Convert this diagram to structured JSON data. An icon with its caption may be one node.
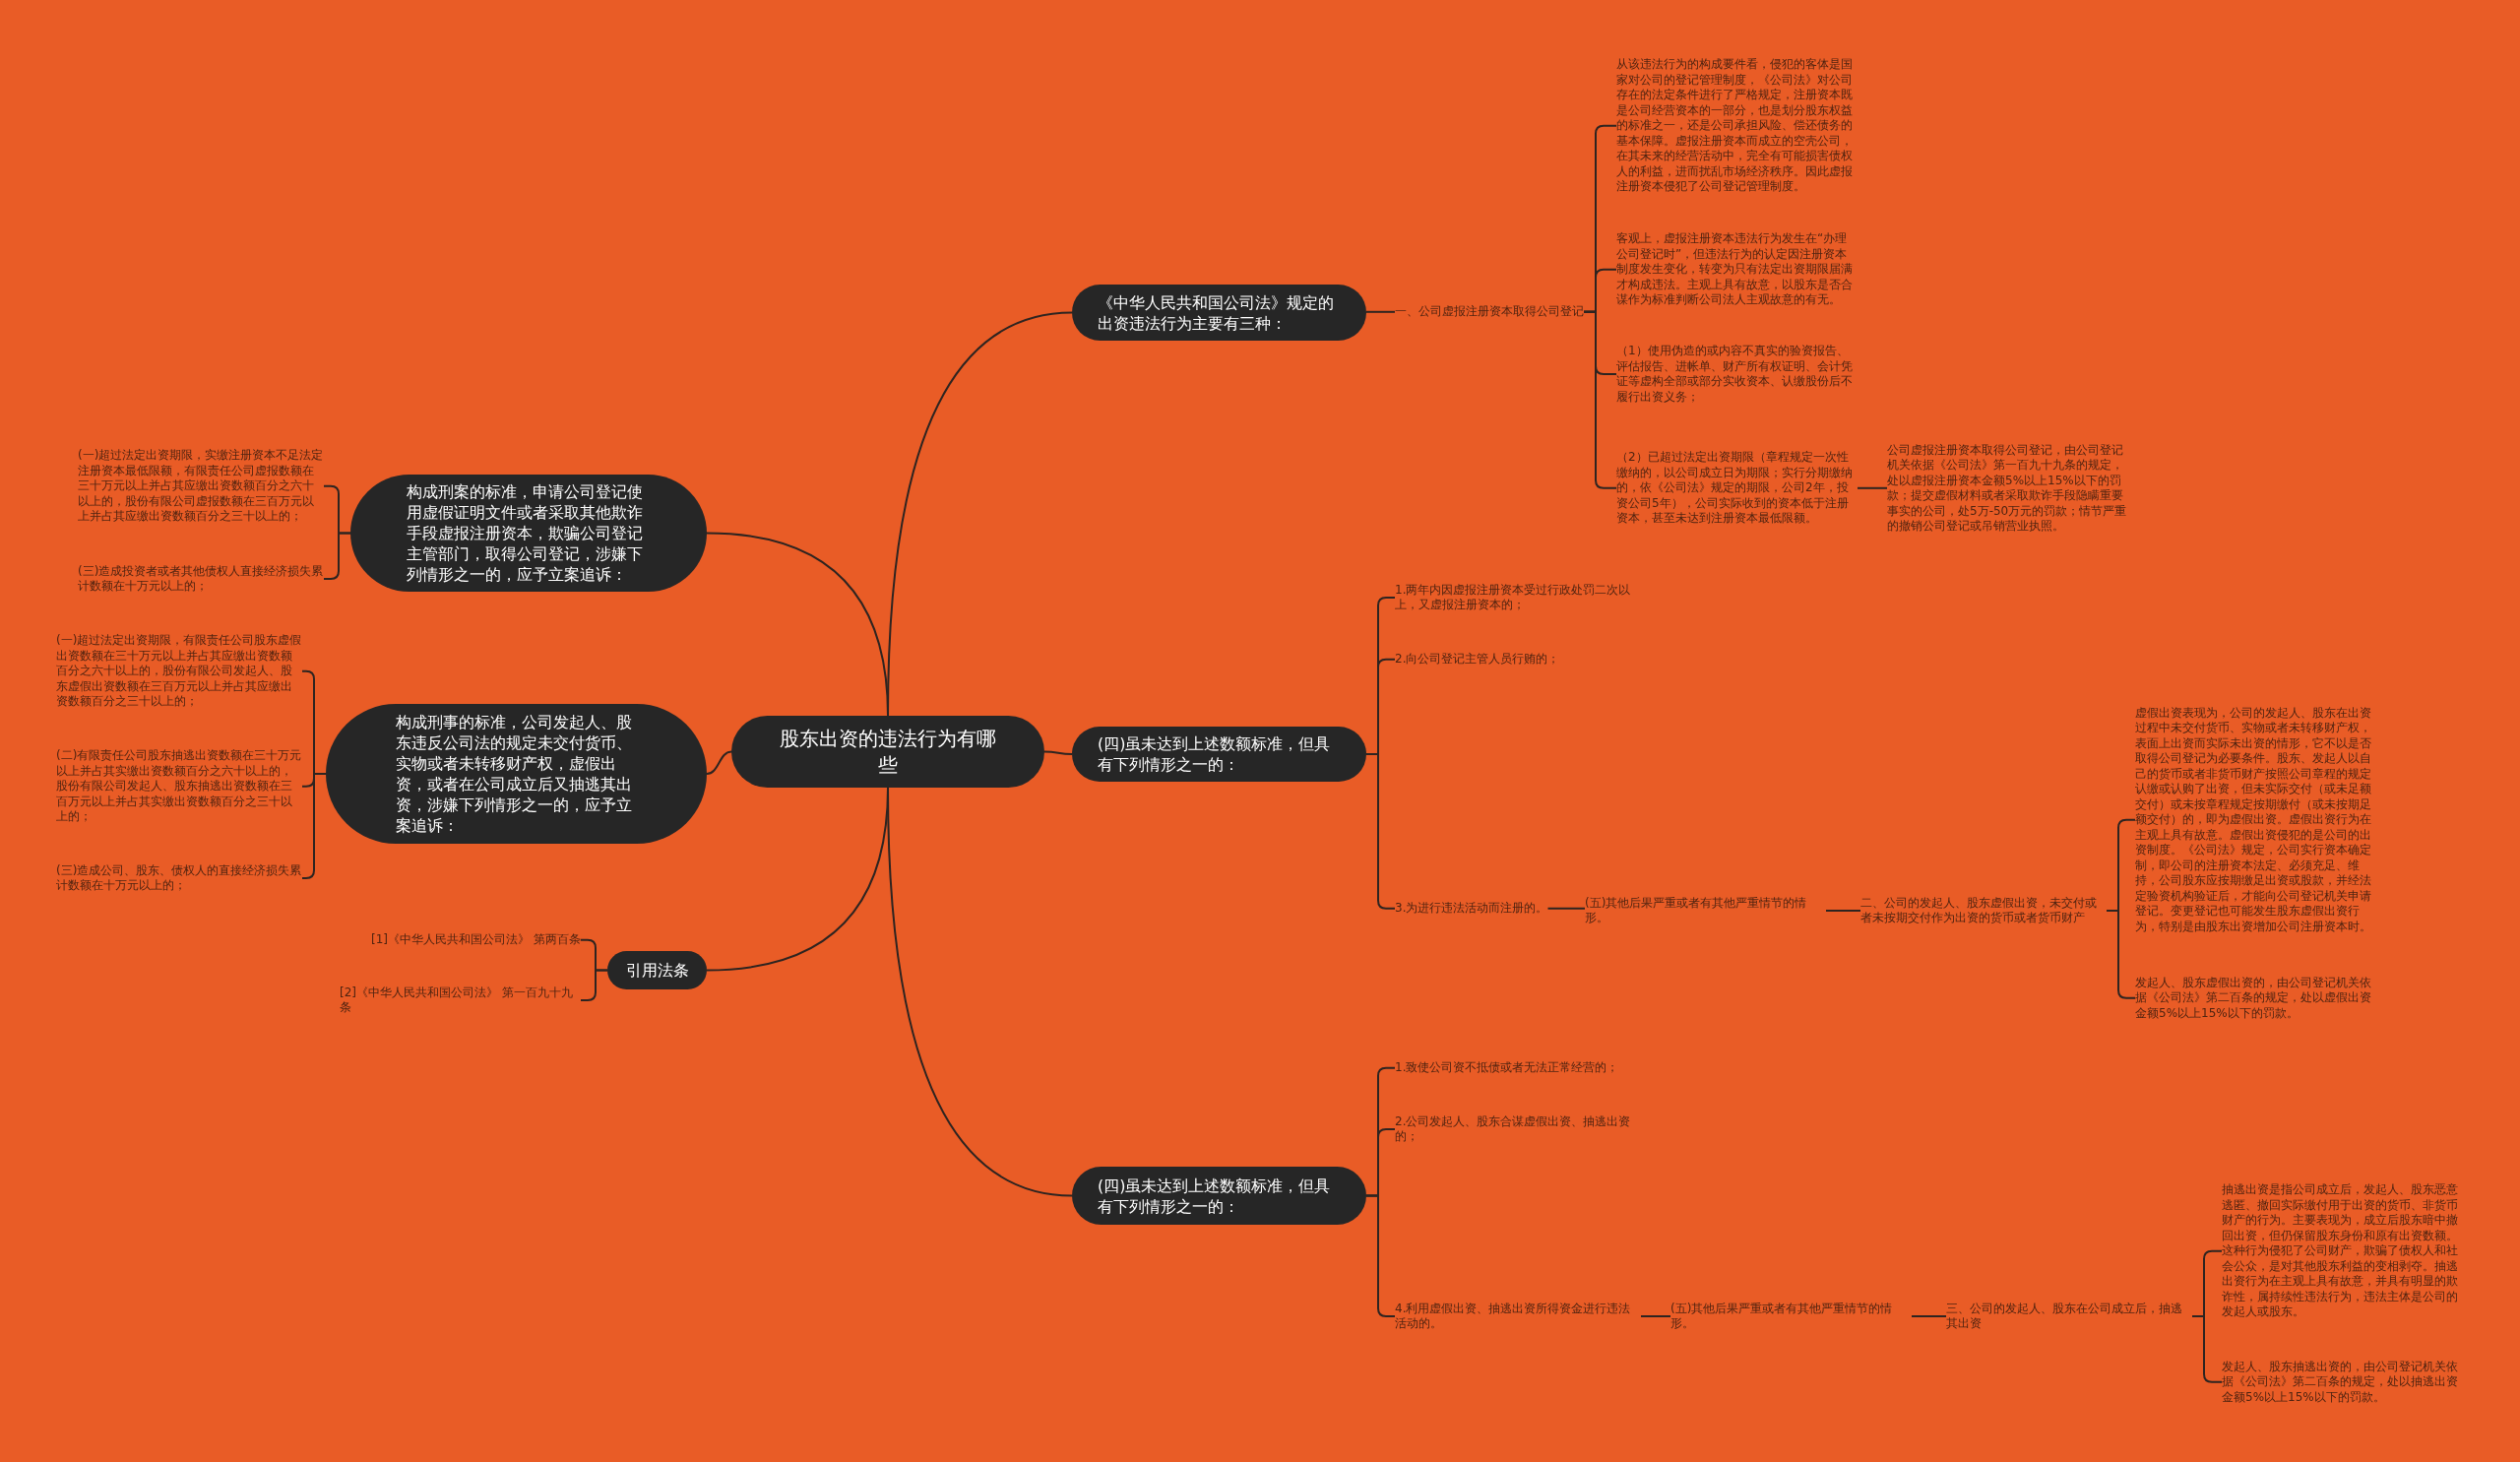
{
  "diagram": {
    "nodes": [
      {
        "text": [
          "股东出资的违法行为有哪些"
        ]
      },
      {
        "text": [
          "《中华人民共和国公司法》规定的出资违法行为主要有三种："
        ]
      },
      {
        "text": [
          "一、公司虚报注册资本取得公司登记"
        ]
      },
      {
        "text": [
          "从该违法行为的构成要件看，侵犯的客体是国家对公司的登记管理制度，《公司法》对公司存在的法定条件进行了严格规定，注册资本既是公司经营资本的一部分，也是划分股东权益的标准之一，还是公司承担风险、偿还债务的基本保障。虚报注册资本而成立的空壳公司，在其未来的经营活动中，完全有可能损害债权人的利益，进而扰乱市场经济秩序。因此虚报注册资本侵犯了公司登记管理制度。"
        ]
      },
      {
        "text": [
          "客观上，虚报注册资本违法行为发生在“办理公司登记时”，但违法行为的认定因注册资本制度发生变化，转变为只有法定出资期限届满才构成违法。主观上具有故意，以股东是否合谋作为标准判断公司法人主观故意的有无。"
        ]
      },
      {
        "text": [
          "（1）使用伪造的或内容不真实的验资报告、评估报告、进帐单、财产所有权证明、会计凭证等虚构全部或部分实收资本、认缴股份后不履行出资义务；"
        ]
      },
      {
        "text": [
          "（2）已超过法定出资期限（章程规定一次性缴纳的，以公司成立日为期限；实行分期缴纳的，依《公司法》规定的期限，公司2年，投资公司5年），公司实际收到的资本低于注册资本，甚至未达到注册资本最低限额。"
        ]
      },
      {
        "text": [
          "公司虚报注册资本取得公司登记，由公司登记机关依据《公司法》第一百九十九条的规定，处以虚报注册资本金额5%以上15%以下的罚款；提交虚假材料或者采取欺诈手段隐瞒重要事实的公司，处5万-50万元的罚款；情节严重的撤销公司登记或吊销营业执照。"
        ]
      },
      {
        "text": [
          "(四)虽未达到上述数额标准，但具有下列情形之一的："
        ]
      },
      {
        "text": [
          "1.两年内因虚报注册资本受过行政处罚二次以上，又虚报注册资本的；"
        ]
      },
      {
        "text": [
          "2.向公司登记主管人员行贿的；"
        ]
      },
      {
        "text": [
          "3.为进行违法活动而注册的。"
        ]
      },
      {
        "text": [
          "(五)其他后果严重或者有其他严重情节的情形。"
        ]
      },
      {
        "text": [
          "二、公司的发起人、股东虚假出资，未交付或者未按期交付作为出资的货币或者货币财产"
        ]
      },
      {
        "text": [
          "虚假出资表现为，公司的发起人、股东在出资过程中未交付货币、实物或者未转移财产权，表面上出资而实际未出资的情形，它不以是否取得公司登记为必要条件。股东、发起人以自己的货币或者非货币财产按照公司章程的规定认缴或认购了出资，但未实际交付（或未足额交付）或未按章程规定按期缴付（或未按期足额交付）的，即为虚假出资。虚假出资行为在主观上具有故意。虚假出资侵犯的是公司的出资制度。《公司法》规定，公司实行资本确定制，即公司的注册资本法定、必须充足、维持，公司股东应按期缴足出资或股款，并经法定验资机构验证后，才能向公司登记机关申请登记。变更登记也可能发生股东虚假出资行为，特别是由股东出资增加公司注册资本时。"
        ]
      },
      {
        "text": [
          "发起人、股东虚假出资的，由公司登记机关依据《公司法》第二百条的规定，处以虚假出资金额5%以上15%以下的罚款。"
        ]
      },
      {
        "text": [
          "(四)虽未达到上述数额标准，但具有下列情形之一的："
        ]
      },
      {
        "text": [
          "1.致使公司资不抵债或者无法正常经营的；"
        ]
      },
      {
        "text": [
          "2.公司发起人、股东合谋虚假出资、抽逃出资的；"
        ]
      },
      {
        "text": [
          "4.利用虚假出资、抽逃出资所得资金进行违法活动的。"
        ]
      },
      {
        "text": [
          "(五)其他后果严重或者有其他严重情节的情形。"
        ]
      },
      {
        "text": [
          "三、公司的发起人、股东在公司成立后，抽逃其出资"
        ]
      },
      {
        "text": [
          "抽逃出资是指公司成立后，发起人、股东恶意逃匿、撤回实际缴付用于出资的货币、非货币财产的行为。主要表现为，成立后股东暗中撤回出资，但仍保留股东身份和原有出资数额。这种行为侵犯了公司财产，欺骗了债权人和社会公众，是对其他股东利益的变相剥夺。抽逃出资行为在主观上具有故意，并具有明显的欺诈性，属持续性违法行为，违法主体是公司的发起人或股东。"
        ]
      },
      {
        "text": [
          "发起人、股东抽逃出资的，由公司登记机关依据《公司法》第二百条的规定，处以抽逃出资金额5%以上15%以下的罚款。"
        ]
      },
      {
        "text": [
          "构成刑案的标准，申请公司登记使用虚假证明文件或者采取其他欺诈手段虚报注册资本，欺骗公司登记主管部门，取得公司登记，涉嫌下列情形之一的，应予立案追诉："
        ]
      },
      {
        "text": [
          "(一)超过法定出资期限，实缴注册资本不足法定注册资本最低限额，有限责任公司虚报数额在三十万元以上并占其应缴出资数额百分之六十以上的，股份有限公司虚报数额在三百万元以上并占其应缴出资数额百分之三十以上的；"
        ]
      },
      {
        "text": [
          "(三)造成投资者或者其他债权人直接经济损失累计数额在十万元以上的；"
        ]
      },
      {
        "text": [
          "构成刑事的标准，公司发起人、股东违反公司法的规定未交付货币、实物或者未转移财产权，虚假出资，或者在公司成立后又抽逃其出资，涉嫌下列情形之一的，应予立案追诉："
        ]
      },
      {
        "text": [
          "(一)超过法定出资期限，有限责任公司股东虚假出资数额在三十万元以上并占其应缴出资数额百分之六十以上的，股份有限公司发起人、股东虚假出资数额在三百万元以上并占其应缴出资数额百分之三十以上的；"
        ]
      },
      {
        "text": [
          "(二)有限责任公司股东抽逃出资数额在三十万元以上并占其实缴出资数额百分之六十以上的，股份有限公司发起人、股东抽逃出资数额在三百万元以上并占其实缴出资数额百分之三十以上的；"
        ]
      },
      {
        "text": [
          "(三)造成公司、股东、债权人的直接经济损失累计数额在十万元以上的；"
        ]
      },
      {
        "text": [
          "引用法条"
        ]
      },
      {
        "text": [
          "[1]《中华人民共和国公司法》 第两百条"
        ]
      },
      {
        "text": [
          "[2]《中华人民共和国公司法》 第一百九十九条"
        ]
      }
    ],
    "edges": [
      {
        "from": 0,
        "to": 1,
        "arrow": "none"
      },
      {
        "from": 1,
        "to": 2,
        "arrow": "none"
      },
      {
        "from": 2,
        "to": 3,
        "arrow": "none"
      },
      {
        "from": 2,
        "to": 4,
        "arrow": "none"
      },
      {
        "from": 2,
        "to": 5,
        "arrow": "none"
      },
      {
        "from": 2,
        "to": 6,
        "arrow": "none"
      },
      {
        "from": 6,
        "to": 7,
        "arrow": "none"
      },
      {
        "from": 0,
        "to": 8,
        "arrow": "none"
      },
      {
        "from": 8,
        "to": 9,
        "arrow": "none"
      },
      {
        "from": 8,
        "to": 10,
        "arrow": "none"
      },
      {
        "from": 8,
        "to": 11,
        "arrow": "none"
      },
      {
        "from": 11,
        "to": 12,
        "arrow": "none"
      },
      {
        "from": 12,
        "to": 13,
        "arrow": "none"
      },
      {
        "from": 13,
        "to": 14,
        "arrow": "none"
      },
      {
        "from": 13,
        "to": 15,
        "arrow": "none"
      },
      {
        "from": 0,
        "to": 16,
        "arrow": "none"
      },
      {
        "from": 16,
        "to": 17,
        "arrow": "none"
      },
      {
        "from": 16,
        "to": 18,
        "arrow": "none"
      },
      {
        "from": 16,
        "to": 19,
        "arrow": "none"
      },
      {
        "from": 19,
        "to": 20,
        "arrow": "none"
      },
      {
        "from": 20,
        "to": 21,
        "arrow": "none"
      },
      {
        "from": 21,
        "to": 22,
        "arrow": "none"
      },
      {
        "from": 21,
        "to": 23,
        "arrow": "none"
      },
      {
        "from": 0,
        "to": 24,
        "arrow": "none"
      },
      {
        "from": 24,
        "to": 25,
        "arrow": "none"
      },
      {
        "from": 24,
        "to": 26,
        "arrow": "none"
      },
      {
        "from": 0,
        "to": 27,
        "arrow": "none"
      },
      {
        "from": 27,
        "to": 28,
        "arrow": "none"
      },
      {
        "from": 27,
        "to": 29,
        "arrow": "none"
      },
      {
        "from": 27,
        "to": 30,
        "arrow": "none"
      },
      {
        "from": 0,
        "to": 31,
        "arrow": "none"
      },
      {
        "from": 31,
        "to": 32,
        "arrow": "none"
      },
      {
        "from": 31,
        "to": 33,
        "arrow": "none"
      }
    ]
  }
}
